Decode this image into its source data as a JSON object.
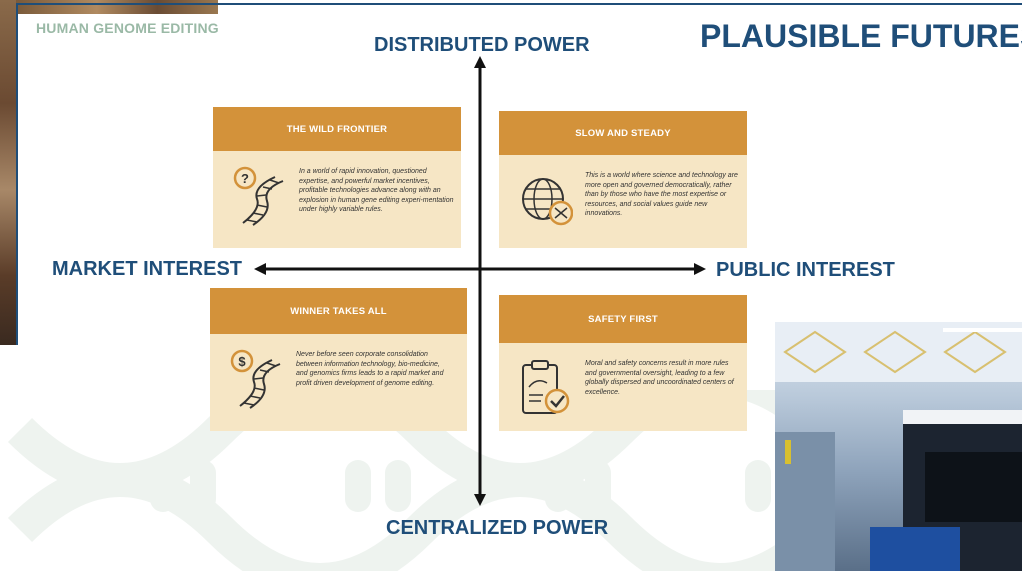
{
  "header": {
    "section_label": "HUMAN GENOME EDITING",
    "title": "PLAUSIBLE FUTURES"
  },
  "axes": {
    "top": "DISTRIBUTED POWER",
    "bottom": "CENTRALIZED POWER",
    "left": "MARKET INTEREST",
    "right": "PUBLIC INTEREST"
  },
  "quadrants": {
    "top_left": {
      "title": "THE WILD FRONTIER",
      "icon": "dna-question-icon",
      "text": "In a world of rapid innovation, questioned expertise, and powerful market incentives, profitable technologies advance along with an explosion in human gene editing experi-mentation under highly variable rules."
    },
    "top_right": {
      "title": "SLOW AND STEADY",
      "icon": "globe-dna-icon",
      "text": "This is a world where science and technology are more open and governed democratically, rather than by those who have the most expertise or resources, and social values guide new innovations."
    },
    "bottom_left": {
      "title": "WINNER TAKES ALL",
      "icon": "dna-dollar-icon",
      "text": "Never before seen corporate consolidation between information technology, bio-medicine, and genomics firms leads to a rapid market and profit driven development of genome editing."
    },
    "bottom_right": {
      "title": "SAFETY FIRST",
      "icon": "clipboard-check-icon",
      "text": "Moral and safety concerns result in more rules and governmental oversight, leading to a few globally dispersed and uncoordinated centers of excellence."
    }
  },
  "colors": {
    "navy": "#1f4e79",
    "card_header": "#d3923a",
    "card_body": "#f6e6c5",
    "section_label": "#9ab9a6"
  }
}
